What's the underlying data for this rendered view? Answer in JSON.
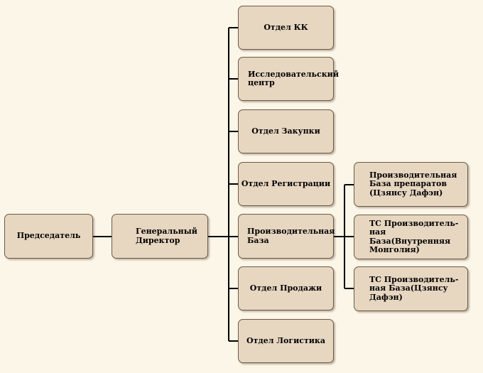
{
  "colors": {
    "background": "#fbf6e8",
    "box_fill": "#e7d6c0",
    "box_border": "#6b5a46",
    "connector": "#000000"
  },
  "nodes": {
    "chairman": "Председатель",
    "general_director": "Генеральный Директор",
    "departments": [
      "Отдел КК",
      "Исследовательский центр",
      "Отдел Закупки",
      "Отдел Регистрации",
      "Производительная База",
      "Отдел Продажи",
      "Отдел Логистика"
    ],
    "production_bases": [
      "Производительная База препаратов (Цзянсу Дафэн)",
      "ТС Производитель-ная База(Внутренняя Монголия)",
      "ТС Производитель-ная База(Цзянсу Дафэн)"
    ]
  }
}
